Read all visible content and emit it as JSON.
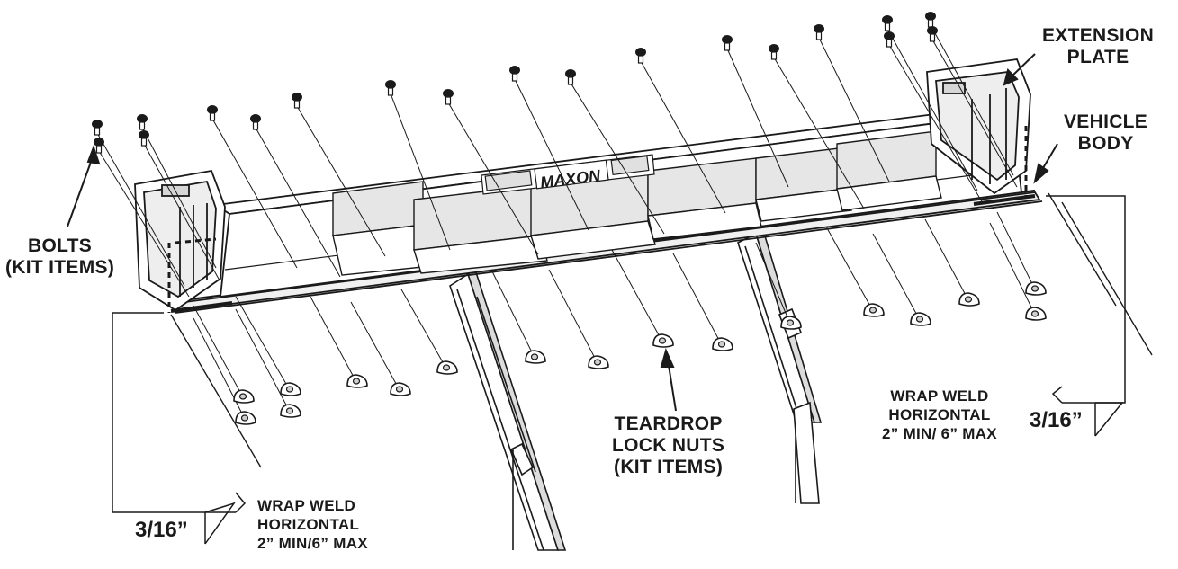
{
  "labels": {
    "extension_plate": [
      "EXTENSION",
      "PLATE"
    ],
    "vehicle_body": [
      "VEHICLE",
      "BODY"
    ],
    "bolts": [
      "BOLTS",
      "(KIT ITEMS)"
    ],
    "teardrop": [
      "TEARDROP",
      "LOCK NUTS",
      "(KIT ITEMS)"
    ],
    "weld_right": [
      "WRAP WELD",
      "HORIZONTAL",
      "2” MIN/ 6” MAX"
    ],
    "weld_left": [
      "WRAP WELD",
      "HORIZONTAL",
      "2” MIN/6” MAX"
    ],
    "weld_size_right": "3/16”",
    "weld_size_left": "3/16”",
    "brand_plate": "MAXON"
  },
  "colors": {
    "ink": "#1a1a1a",
    "paper": "#ffffff",
    "fill": "#e6e6e6"
  }
}
